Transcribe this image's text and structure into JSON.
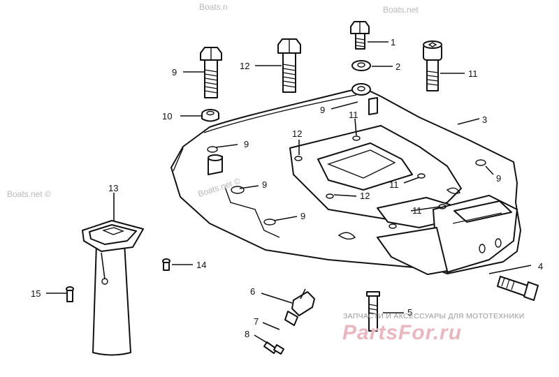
{
  "watermarks": {
    "top": "Boats.n",
    "top_right": "Boats.net",
    "left": "Boats.net ©",
    "center": "Boats.net ©",
    "shop_line": "ЗАПЧАСТИ И АКСЕССУАРЫ ДЛЯ МОТОТЕХНИКИ",
    "logo": "PartsFor.ru"
  },
  "callouts": {
    "c1": "1",
    "c2": "2",
    "c3": "3",
    "c4": "4",
    "c5": "5",
    "c6": "6",
    "c7": "7",
    "c8": "8",
    "c9_bolt": "9",
    "c9_a": "9",
    "c9_b": "9",
    "c9_c": "9",
    "c9_d": "9",
    "c9_e": "9",
    "c10": "10",
    "c11_bolt": "11",
    "c11_a": "11",
    "c11_b": "11",
    "c11_c": "11",
    "c12_bolt": "12",
    "c12_a": "12",
    "c12_b": "12",
    "c13": "13",
    "c14": "14",
    "c15": "15"
  },
  "colors": {
    "line": "#111111",
    "watermark": "#b8b8b8",
    "logo": "#e8b7bf"
  }
}
